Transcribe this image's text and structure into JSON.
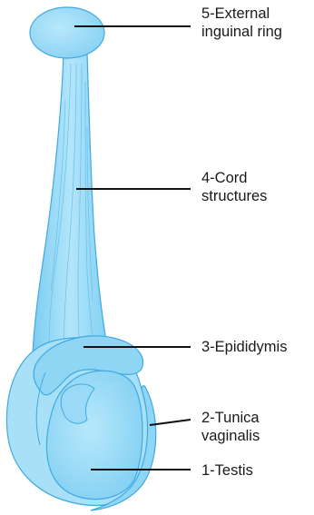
{
  "labels": {
    "external_ring": [
      "5-External",
      "inguinal ring"
    ],
    "cord": [
      "4-Cord",
      "structures"
    ],
    "epididymis": [
      "3-Epididymis"
    ],
    "tunica": [
      "2-Tunica",
      "vaginalis"
    ],
    "testis": [
      "1-Testis"
    ]
  },
  "colors": {
    "fill_light": "#a9e1f9",
    "fill_mid": "#8dd4f4",
    "fill_deep": "#6cc3ee",
    "outline": "#3fa9e0",
    "leader": "#111111"
  }
}
